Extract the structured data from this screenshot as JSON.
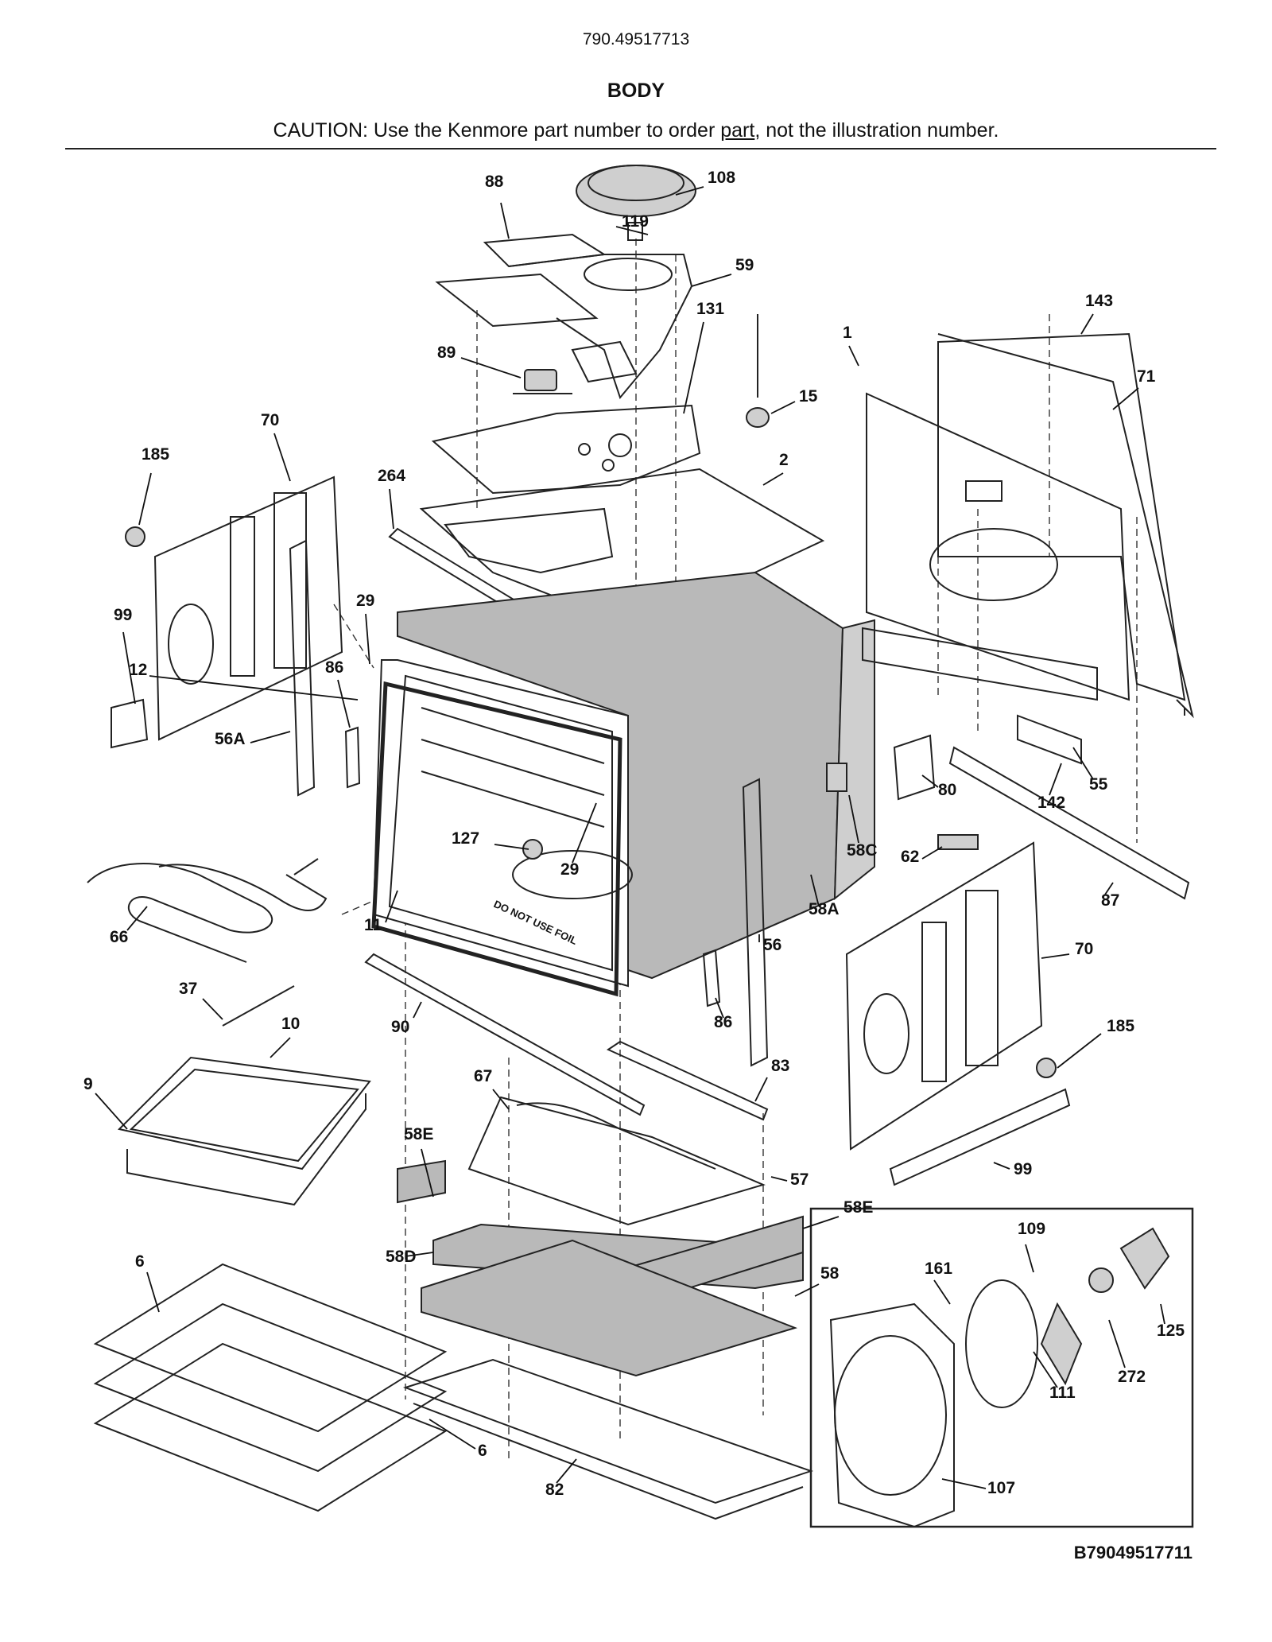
{
  "header": {
    "model_number": "790.49517713",
    "section_title": "BODY",
    "caution_before": "CAUTION: Use the Kenmore part number to order ",
    "caution_link": "part",
    "caution_after": ", not the illustration number."
  },
  "footer": {
    "diagram_code": "B79049517711"
  },
  "cavity_text": "DO NOT USE FOIL",
  "part_labels": [
    "88",
    "108",
    "119",
    "59",
    "143",
    "1",
    "71",
    "89",
    "131",
    "15",
    "70",
    "185",
    "264",
    "2",
    "99",
    "29",
    "12",
    "86",
    "56A",
    "127",
    "29",
    "58C",
    "80",
    "62",
    "142",
    "55",
    "66",
    "11",
    "58A",
    "56",
    "87",
    "70",
    "37",
    "90",
    "86",
    "185",
    "10",
    "9",
    "83",
    "67",
    "58E",
    "99",
    "57",
    "58E",
    "58D",
    "109",
    "6",
    "58",
    "161",
    "125",
    "272",
    "111",
    "6",
    "107",
    "82"
  ]
}
